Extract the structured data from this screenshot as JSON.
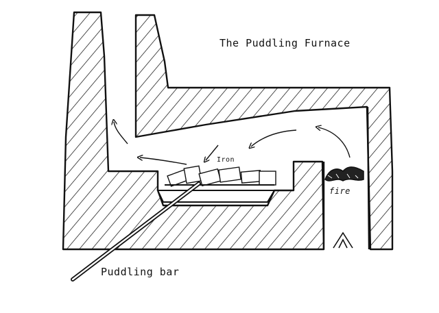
{
  "diagram": {
    "title": "The Puddling Furnace",
    "labels": {
      "iron": "Iron",
      "fire": "fire",
      "puddling_bar": "Puddling bar"
    },
    "components": [
      {
        "id": "chimney-left-wall",
        "kind": "hatched-masonry"
      },
      {
        "id": "chimney-right-wall-and-roof",
        "kind": "hatched-masonry"
      },
      {
        "id": "furnace-hearth-base",
        "kind": "hatched-masonry"
      },
      {
        "id": "bridge-wall",
        "kind": "hatched-masonry"
      },
      {
        "id": "firebox-outer-wall",
        "kind": "hatched-masonry"
      },
      {
        "id": "hearth-basin",
        "kind": "open"
      },
      {
        "id": "iron-charge",
        "kind": "sketch-blocks"
      },
      {
        "id": "fire-coals",
        "kind": "dark-scribble"
      },
      {
        "id": "puddling-bar",
        "kind": "rod"
      },
      {
        "id": "flow-arrows",
        "kind": "curved-arrows",
        "count": 5
      }
    ],
    "colors": {
      "ink": "#111111",
      "paper": "#ffffff"
    }
  }
}
